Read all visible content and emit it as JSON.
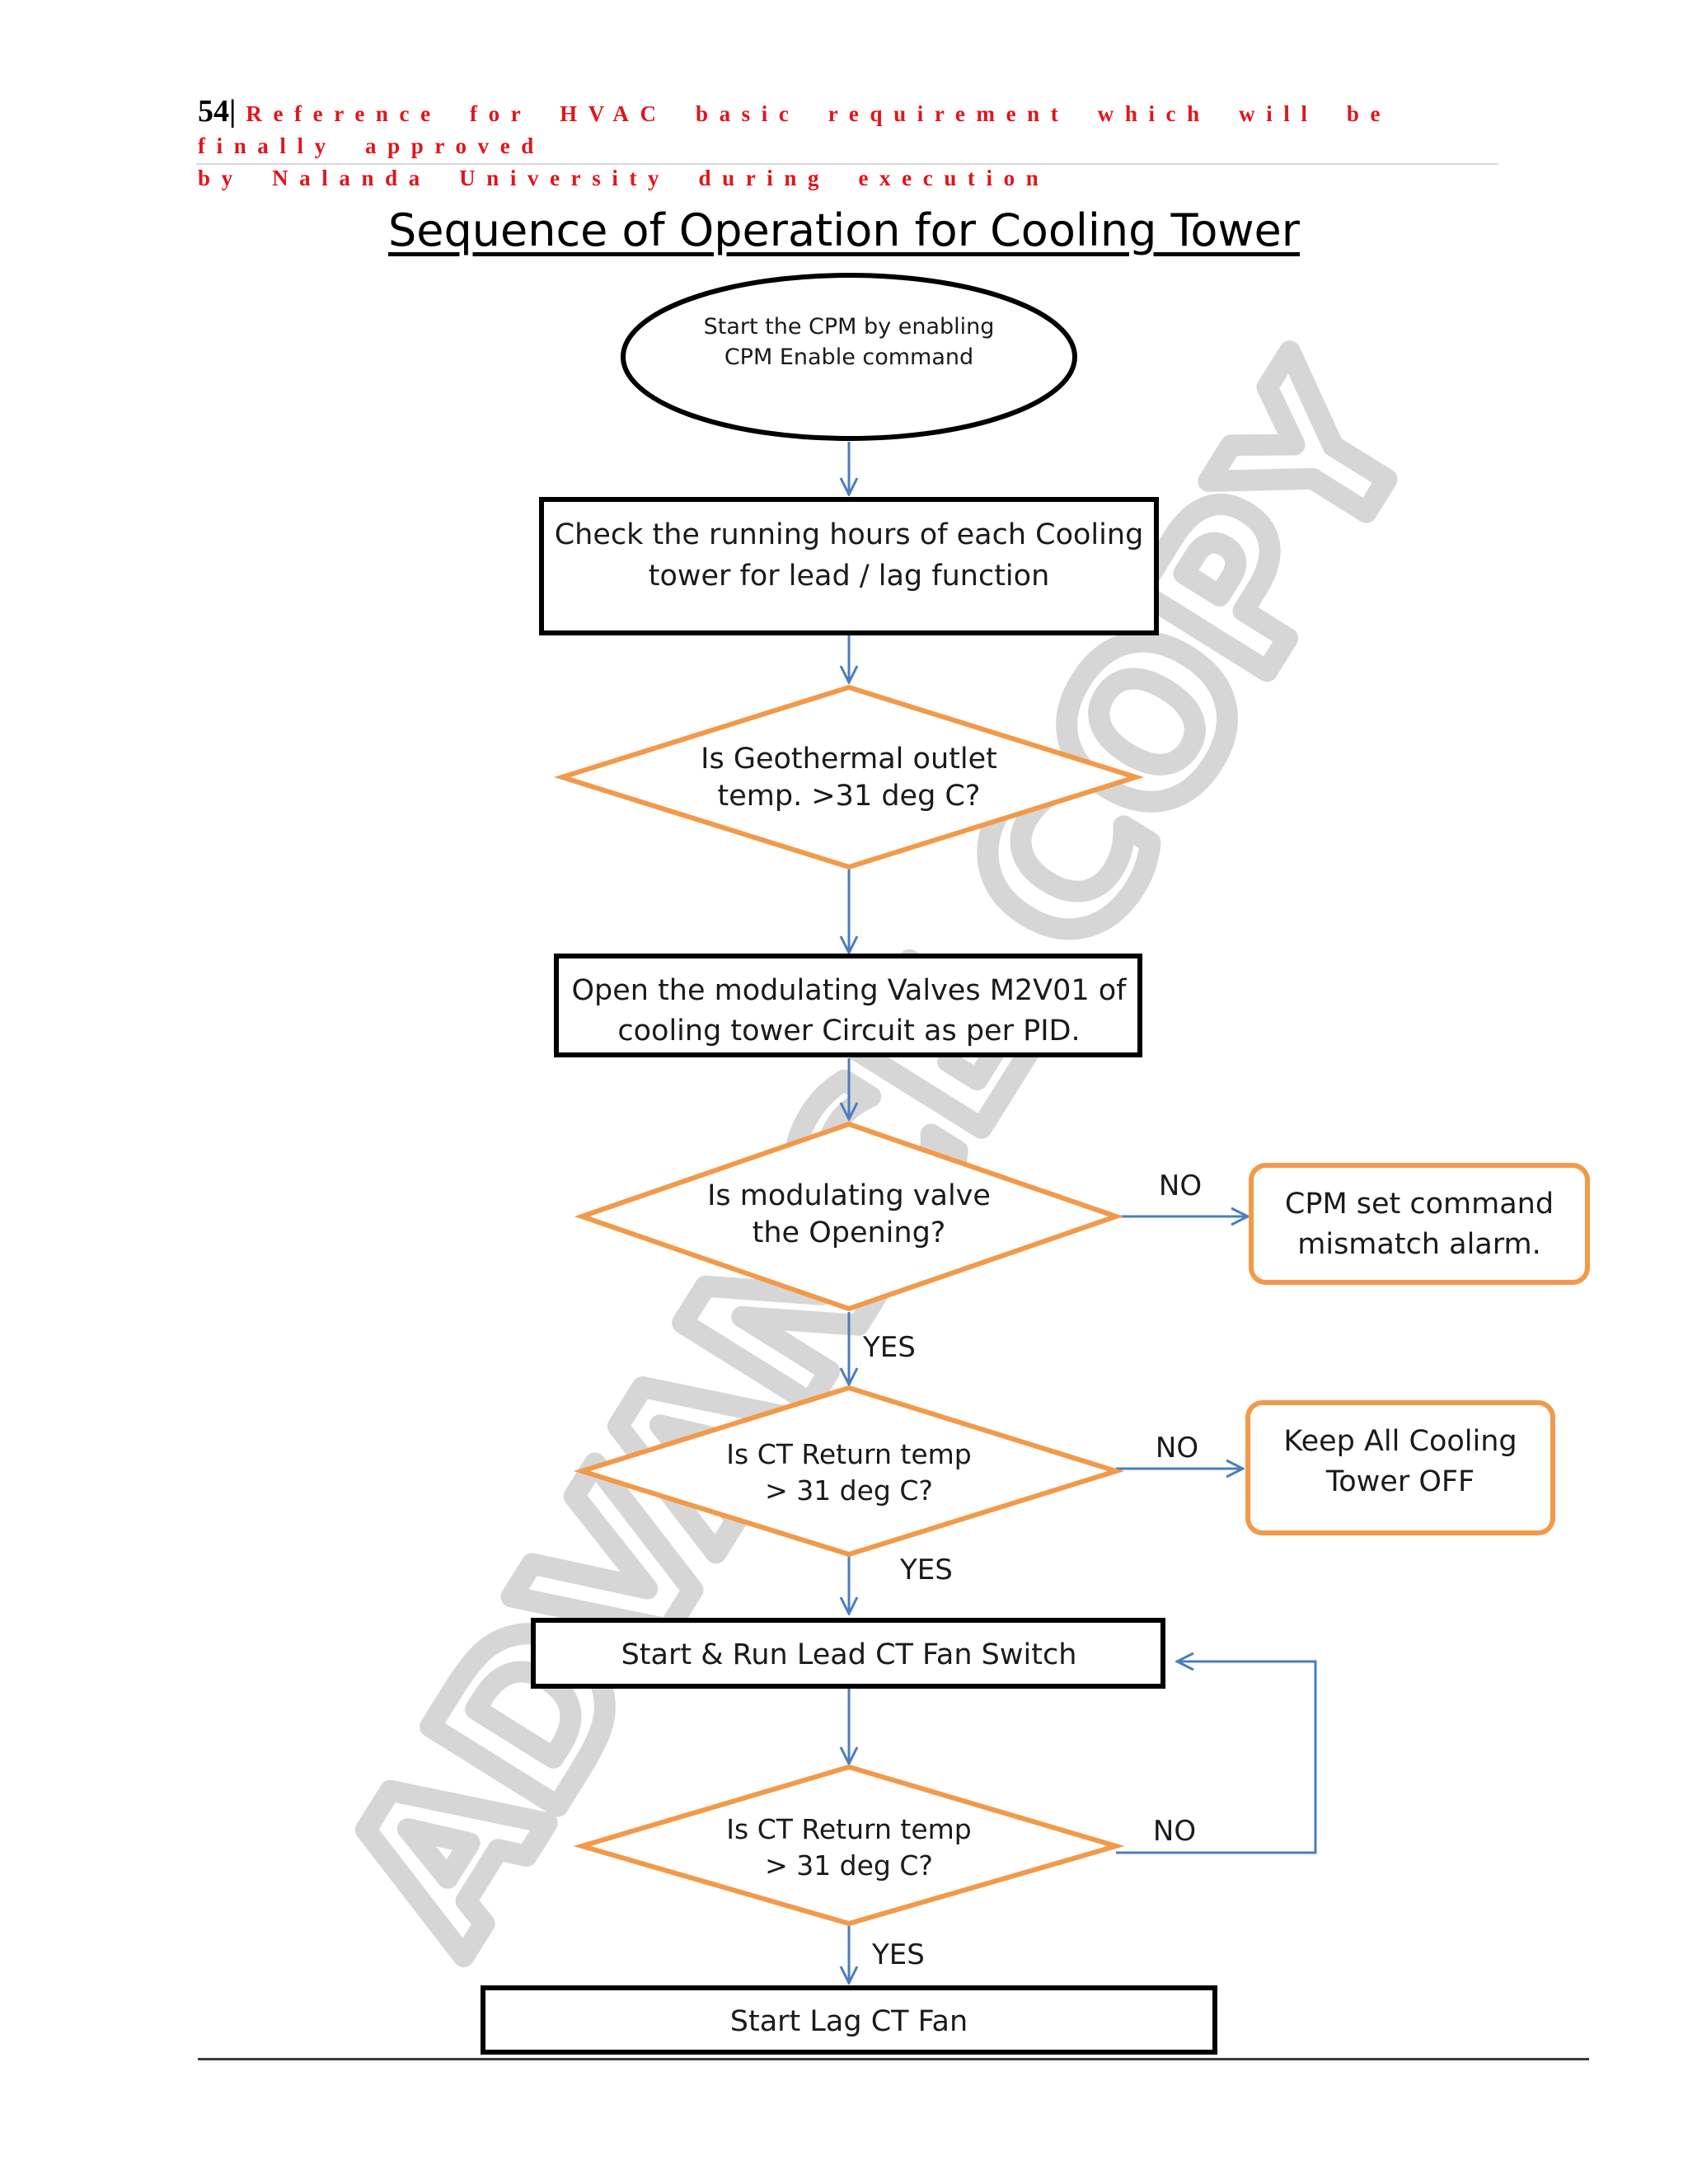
{
  "header": {
    "page_number": "54",
    "separator": "|",
    "line1": "Reference for HVAC basic requirement which will be finally approved",
    "line2": "by Nalanda University during execution"
  },
  "title": "Sequence of Operation for Cooling Tower",
  "watermark": "ADVANCE COPY",
  "colors": {
    "header_text": "#e2141b",
    "decision_stroke": "#f2994a",
    "connector": "#4a7ebb",
    "box_stroke": "#000000",
    "watermark": "#d6d6d6"
  },
  "nodes": {
    "start": {
      "shape": "ellipse",
      "line1": "Start the CPM by enabling",
      "line2": "CPM Enable command"
    },
    "check_hours": {
      "shape": "rectangle",
      "line1": "Check the running hours of each Cooling",
      "line2": "tower for lead / lag function"
    },
    "geo_temp": {
      "shape": "diamond",
      "line1": "Is Geothermal outlet",
      "line2": "temp. >31 deg C?"
    },
    "open_valves": {
      "shape": "rectangle",
      "line1": "Open the modulating Valves M2V01 of",
      "line2": "cooling tower Circuit as per PID."
    },
    "valve_open": {
      "shape": "diamond",
      "line1": "Is modulating valve",
      "line2": "the Opening?"
    },
    "alarm": {
      "shape": "rounded-rectangle",
      "line1": "CPM set command",
      "line2": "mismatch alarm."
    },
    "ct_return_1": {
      "shape": "diamond",
      "line1": "Is CT Return temp",
      "line2": "> 31 deg C?"
    },
    "keep_off": {
      "shape": "rounded-rectangle",
      "line1": "Keep All Cooling",
      "line2": "Tower OFF"
    },
    "lead_fan": {
      "shape": "rectangle",
      "line1": "Start & Run Lead CT Fan Switch"
    },
    "ct_return_2": {
      "shape": "diamond",
      "line1": "Is CT Return temp",
      "line2": "> 31 deg C?"
    },
    "lag_fan": {
      "shape": "rectangle",
      "line1": "Start Lag CT Fan"
    }
  },
  "edges": {
    "valve_no": "NO",
    "valve_yes": "YES",
    "ct1_no": "NO",
    "ct1_yes": "YES",
    "ct2_no": "NO",
    "ct2_yes": "YES"
  }
}
